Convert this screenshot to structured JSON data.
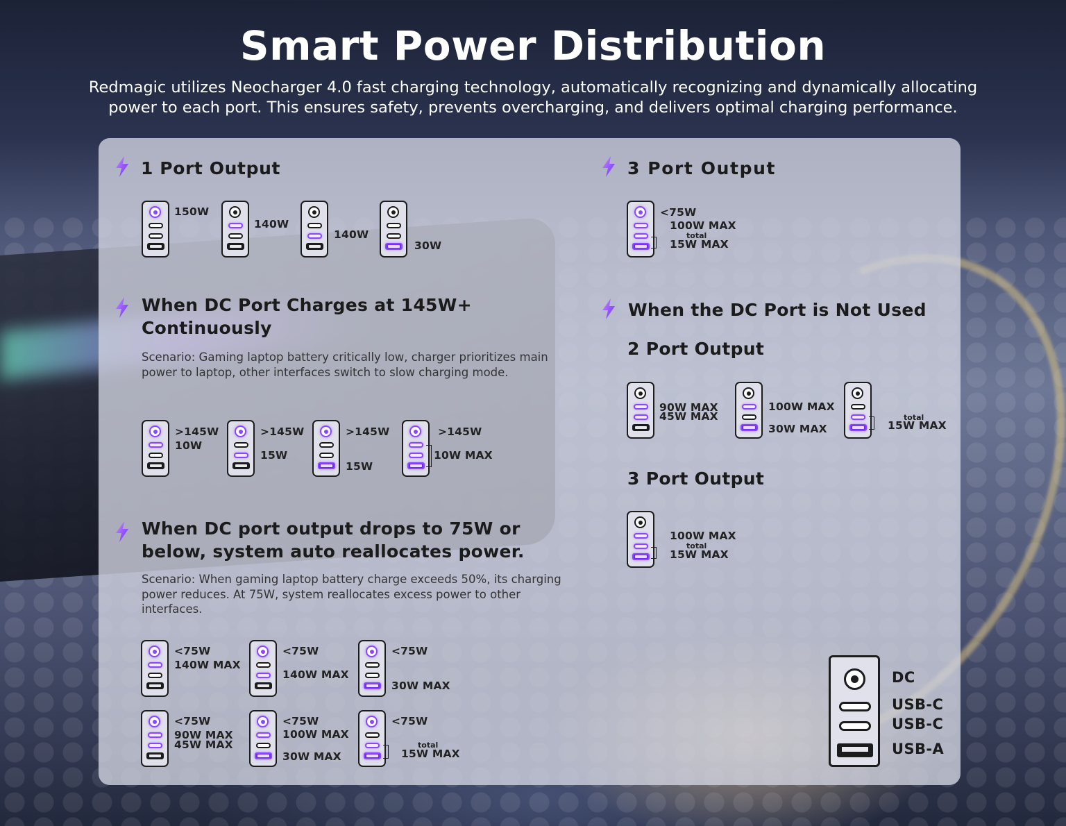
{
  "header": {
    "title": "Smart Power Distribution",
    "subtitle": "Redmagic utilizes Neocharger 4.0 fast charging technology, automatically recognizing and dynamically allocating power to each port. This ensures safety, prevents overcharging, and delivers optimal charging performance."
  },
  "colors": {
    "accent": "#8b46ff",
    "panel": "#d0d2de",
    "text": "#1b1b1b"
  },
  "icons": {
    "section_marker": "lightning-bolt-icon",
    "port_diagram": "charger-port-panel-icon"
  },
  "sections": {
    "one_port": {
      "title": "1 Port Output",
      "items": [
        {
          "labels": [
            "150W"
          ]
        },
        {
          "labels": [
            "140W"
          ]
        },
        {
          "labels": [
            "140W"
          ]
        },
        {
          "labels": [
            "30W"
          ]
        }
      ]
    },
    "dc_145": {
      "title": "When DC Port Charges at 145W+ Continuously",
      "scenario": "Scenario: Gaming laptop battery critically low, charger prioritizes main power to laptop, other interfaces switch to slow charging mode.",
      "items": [
        {
          "labels": [
            ">145W",
            "10W"
          ]
        },
        {
          "labels": [
            ">145W",
            "15W"
          ]
        },
        {
          "labels": [
            ">145W",
            "15W"
          ]
        },
        {
          "labels": [
            ">145W",
            "10W MAX"
          ]
        }
      ]
    },
    "dc_75": {
      "title": "When DC port output drops to 75W or below, system auto reallocates power.",
      "scenario": "Scenario: When gaming laptop battery charge exceeds 50%, its charging power reduces. At 75W, system reallocates excess power to other interfaces.",
      "items": [
        {
          "labels": [
            "<75W",
            "140W MAX"
          ]
        },
        {
          "labels": [
            "<75W",
            "140W MAX"
          ]
        },
        {
          "labels": [
            "<75W",
            "30W MAX"
          ]
        },
        {
          "labels": [
            "<75W",
            "90W MAX",
            "45W MAX"
          ]
        },
        {
          "labels": [
            "<75W",
            "100W MAX",
            "30W MAX"
          ]
        },
        {
          "labels": [
            "<75W",
            "total",
            "15W MAX"
          ]
        }
      ]
    },
    "three_port": {
      "title": "3 Port Output",
      "labels": [
        "<75W",
        "100W MAX",
        "total",
        "15W MAX"
      ]
    },
    "dc_not_used": {
      "title": "When the DC Port is Not Used",
      "two_port_title": "2 Port Output",
      "two_port_items": [
        {
          "labels": [
            "90W MAX",
            "45W MAX"
          ]
        },
        {
          "labels": [
            "100W MAX",
            "30W MAX"
          ]
        },
        {
          "labels": [
            "total",
            "15W MAX"
          ]
        }
      ],
      "three_port_title": "3 Port Output",
      "three_port_labels": [
        "100W MAX",
        "total",
        "15W MAX"
      ]
    },
    "legend": {
      "dc": "DC",
      "usb_c1": "USB-C",
      "usb_c2": "USB-C",
      "usb_a": "USB-A"
    }
  }
}
